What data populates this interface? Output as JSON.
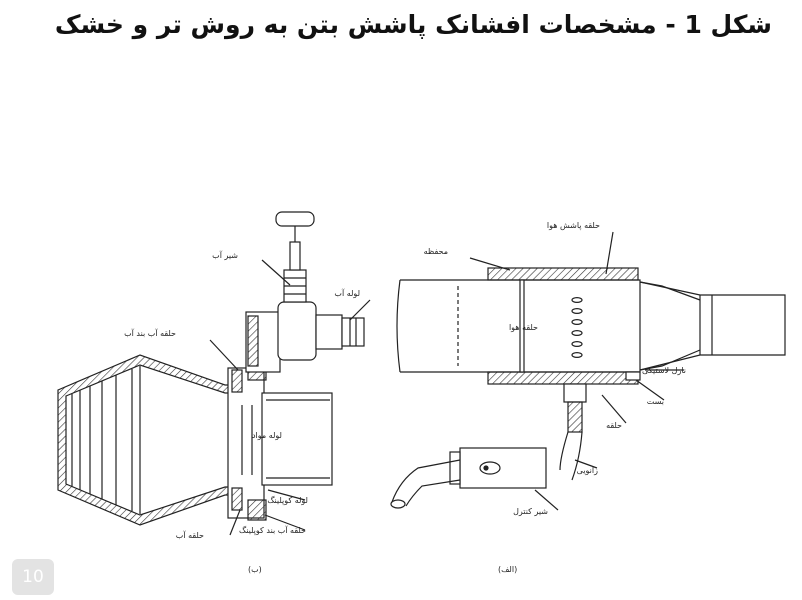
{
  "title": "شکل 1 - مشخصات افشانک پاشش بتن به روش  تر و خشک",
  "left_figure": {
    "caption": "(ب)",
    "labels": {
      "water_valve": "شیر آب",
      "water_pipe": "لوله آب",
      "water_seal_ring": "حلقه آب بند آب",
      "material_pipe": "لوله مواد",
      "coupling_pipe": "لوله کوپلینگ",
      "coupling_seal_ring": "حلقه آب بند کوپلینگ",
      "water_ring": "حلقه آب"
    }
  },
  "right_figure": {
    "caption": "(الف)",
    "labels": {
      "air_spray_ring": "حلقه پاشش هوا",
      "housing": "محفظه",
      "air_ring": "حلقه هوا",
      "rubber_nozzle": "نازل لاستیکی",
      "clamp": "بست",
      "ring": "حلقه",
      "elbow": "زانویی",
      "control_valve": "شیر کنترل"
    }
  },
  "page_number": "10"
}
